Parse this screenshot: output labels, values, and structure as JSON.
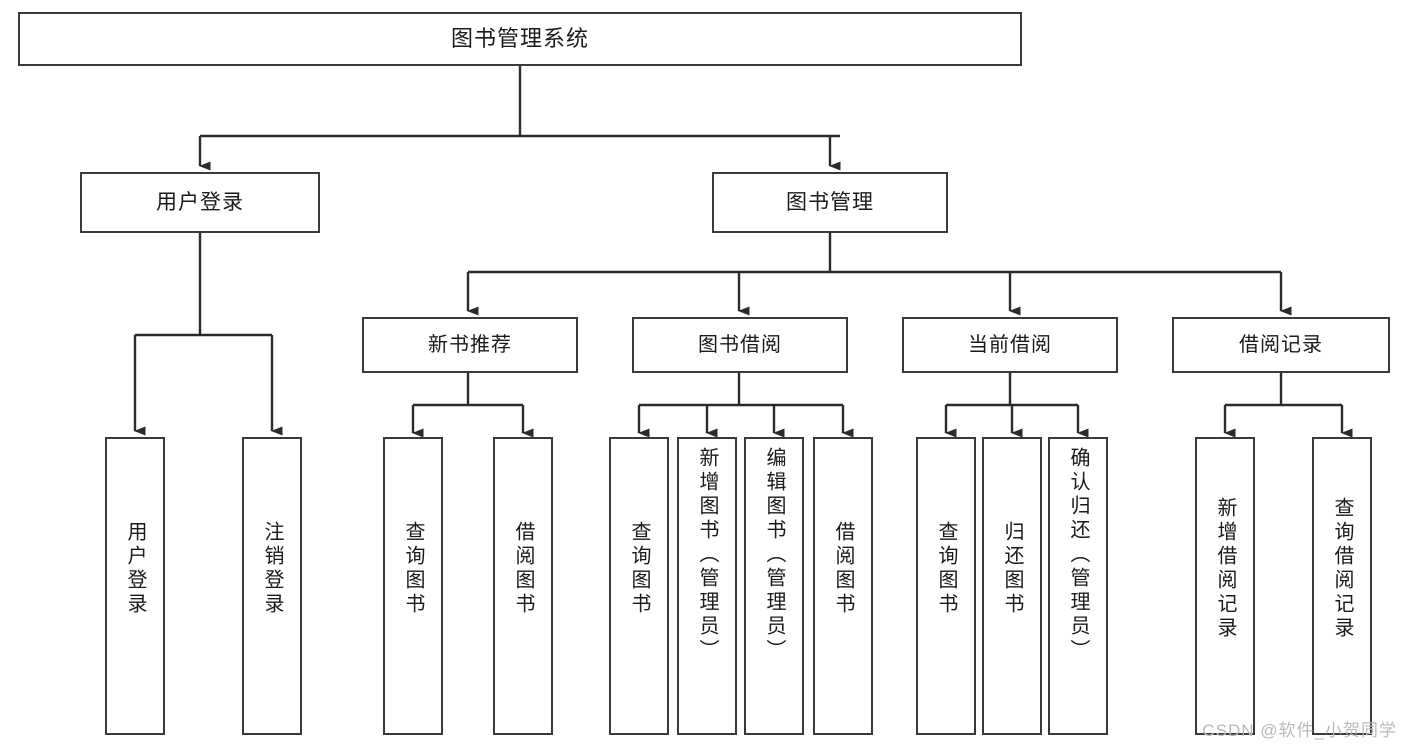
{
  "diagram": {
    "type": "tree-hierarchy-diagram",
    "title": "图书管理系统",
    "watermark": "CSDN @软件_小贺同学",
    "colors": {
      "box_border": "#3a3a3a",
      "box_fill": "#ffffff",
      "connector": "#2b2b2b",
      "text": "#1a1a1a",
      "watermark": "#b9b9b9",
      "background": "#ffffff"
    },
    "nodes": {
      "root": {
        "label": "图书管理系统"
      },
      "level2": [
        {
          "label": "用户登录"
        },
        {
          "label": "图书管理"
        }
      ],
      "level3": [
        {
          "label": "新书推荐"
        },
        {
          "label": "图书借阅"
        },
        {
          "label": "当前借阅"
        },
        {
          "label": "借阅记录"
        }
      ],
      "leaves": {
        "user_login": [
          {
            "label": "用户登录"
          },
          {
            "label": "注销登录"
          }
        ],
        "new_book_recommend": [
          {
            "label": "查询图书"
          },
          {
            "label": "借阅图书"
          }
        ],
        "book_borrow": [
          {
            "label": "查询图书"
          },
          {
            "label": "新增图书（管理员）"
          },
          {
            "label": "编辑图书（管理员）"
          },
          {
            "label": "借阅图书"
          }
        ],
        "current_borrow": [
          {
            "label": "查询图书"
          },
          {
            "label": "归还图书"
          },
          {
            "label": "确认归还（管理员）"
          }
        ],
        "borrow_record": [
          {
            "label": "新增借阅记录"
          },
          {
            "label": "查询借阅记录"
          }
        ]
      }
    }
  }
}
